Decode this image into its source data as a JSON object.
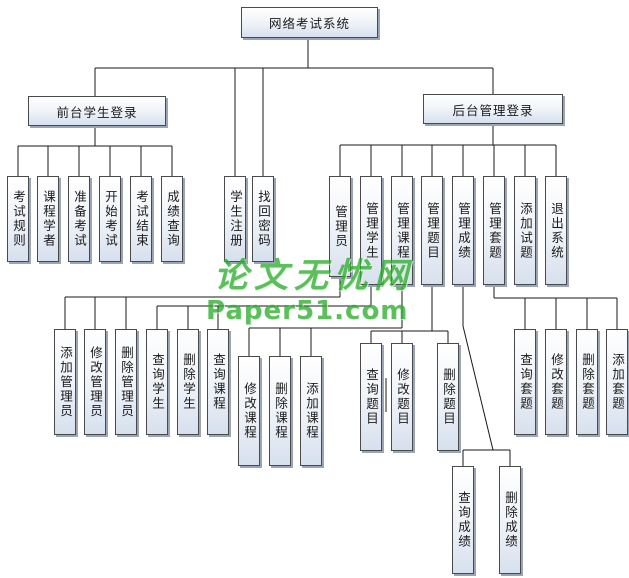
{
  "diagram": {
    "root": "网络考试系统",
    "front_login": "前台学生登录",
    "back_login": "后台管理登录",
    "front_items": [
      "考试规则",
      "课程学者",
      "准备考试",
      "开始考试",
      "考试结束",
      "成绩查询"
    ],
    "middle_items": [
      "学生注册",
      "找回密码"
    ],
    "back_items": [
      "管理员",
      "管理学生",
      "管理课程",
      "管理题目",
      "管理成绩",
      "管理套题",
      "添加试题",
      "退出系统"
    ],
    "admin_sub": [
      "添加管理员",
      "修改管理员",
      "删除管理员"
    ],
    "student_sub": [
      "查询学生",
      "删除学生",
      "查询课程"
    ],
    "course_sub": [
      "修改课程",
      "删除课程",
      "添加课程"
    ],
    "question_sub": [
      "查询题目",
      "修改题目",
      "删除题目"
    ],
    "score_sub": [
      "查询成绩",
      "删除成绩"
    ],
    "paper_sub": [
      "查询套题",
      "修改套题",
      "删除套题",
      "添加套题"
    ]
  },
  "watermark": {
    "line1": "论文无忧网",
    "line2": "Paper51.com",
    "color": "#2fae2f"
  }
}
